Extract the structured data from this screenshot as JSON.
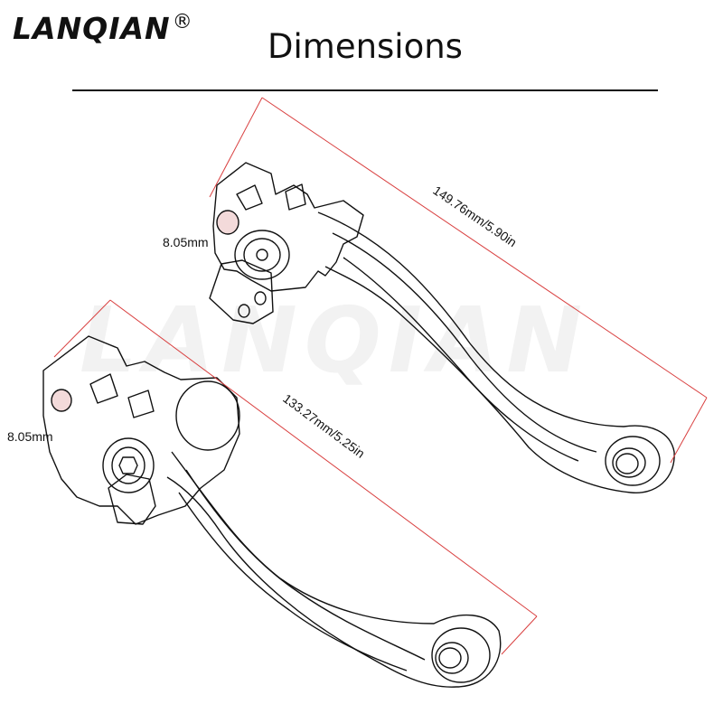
{
  "header": {
    "brand": "LANQIAN",
    "brand_mark": "®",
    "title": "Dimensions"
  },
  "watermark": "LANQIAN",
  "upper_lever": {
    "hole_label": "8.05mm",
    "length_label": "149.76mm/5.90in"
  },
  "lower_lever": {
    "hole_label": "8.05mm",
    "length_label": "133.27mm/5.25in"
  },
  "colors": {
    "outline": "#111111",
    "dimension_line": "#d94040",
    "hole_fill": "#f3dada",
    "watermark": "#f2f2f2"
  }
}
